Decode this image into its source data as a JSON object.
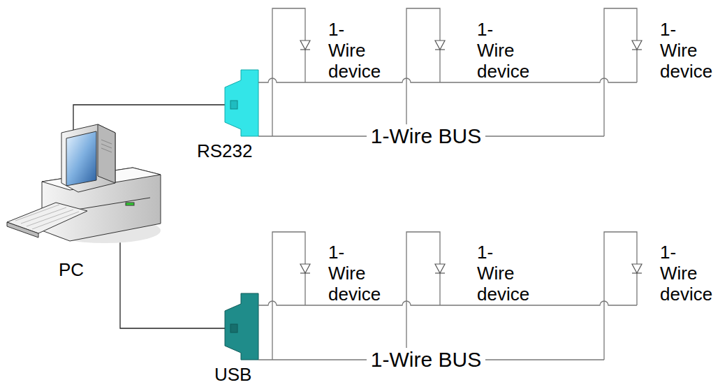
{
  "diagram": {
    "labels": [
      "1-Wire device",
      "1-Wire device",
      "1-Wire device",
      "RS232",
      "1-Wire BUS",
      "PC",
      "1-Wire device",
      "1-Wire device",
      "1-Wire device",
      "1-Wire BUS",
      "USB"
    ]
  }
}
